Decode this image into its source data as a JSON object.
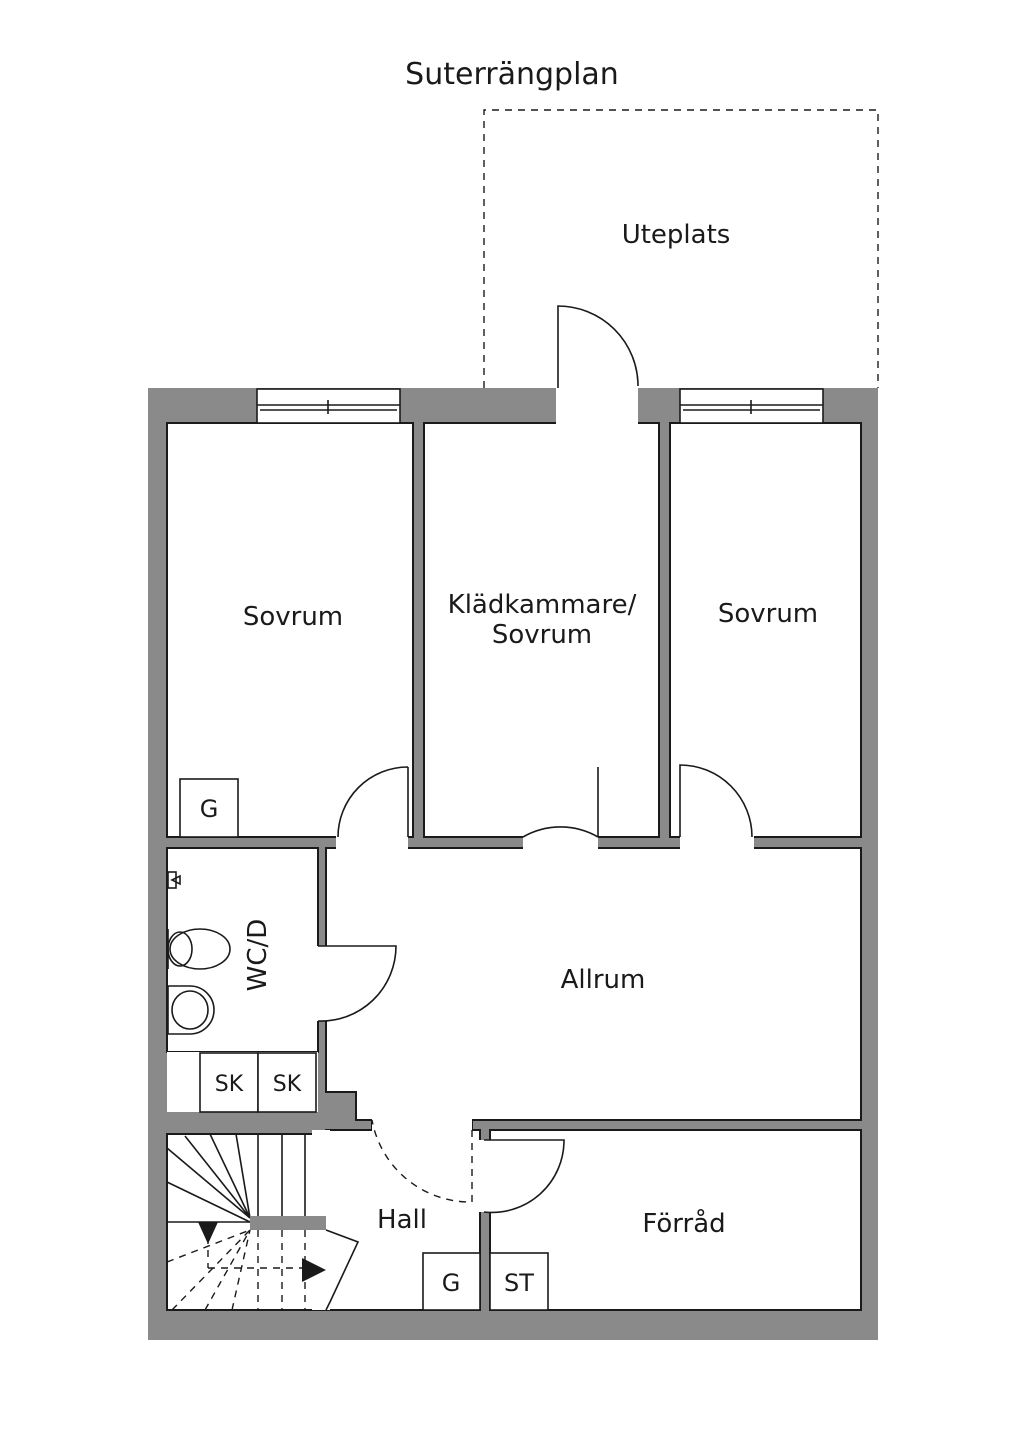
{
  "title": "Suterrängplan",
  "rooms": {
    "uteplats": "Uteplats",
    "sovrum_left": "Sovrum",
    "kladkammare_line1": "Klädkammare/",
    "kladkammare_line2": "Sovrum",
    "sovrum_right": "Sovrum",
    "wc": "WC/D",
    "allrum": "Allrum",
    "hall": "Hall",
    "forrad": "Förråd"
  },
  "fixtures": {
    "g_sovrum": "G",
    "sk1": "SK",
    "sk2": "SK",
    "g_hall": "G",
    "st": "ST"
  },
  "colors": {
    "wall": "#8a8a8a",
    "line": "#1a1a1a",
    "background": "#ffffff"
  }
}
